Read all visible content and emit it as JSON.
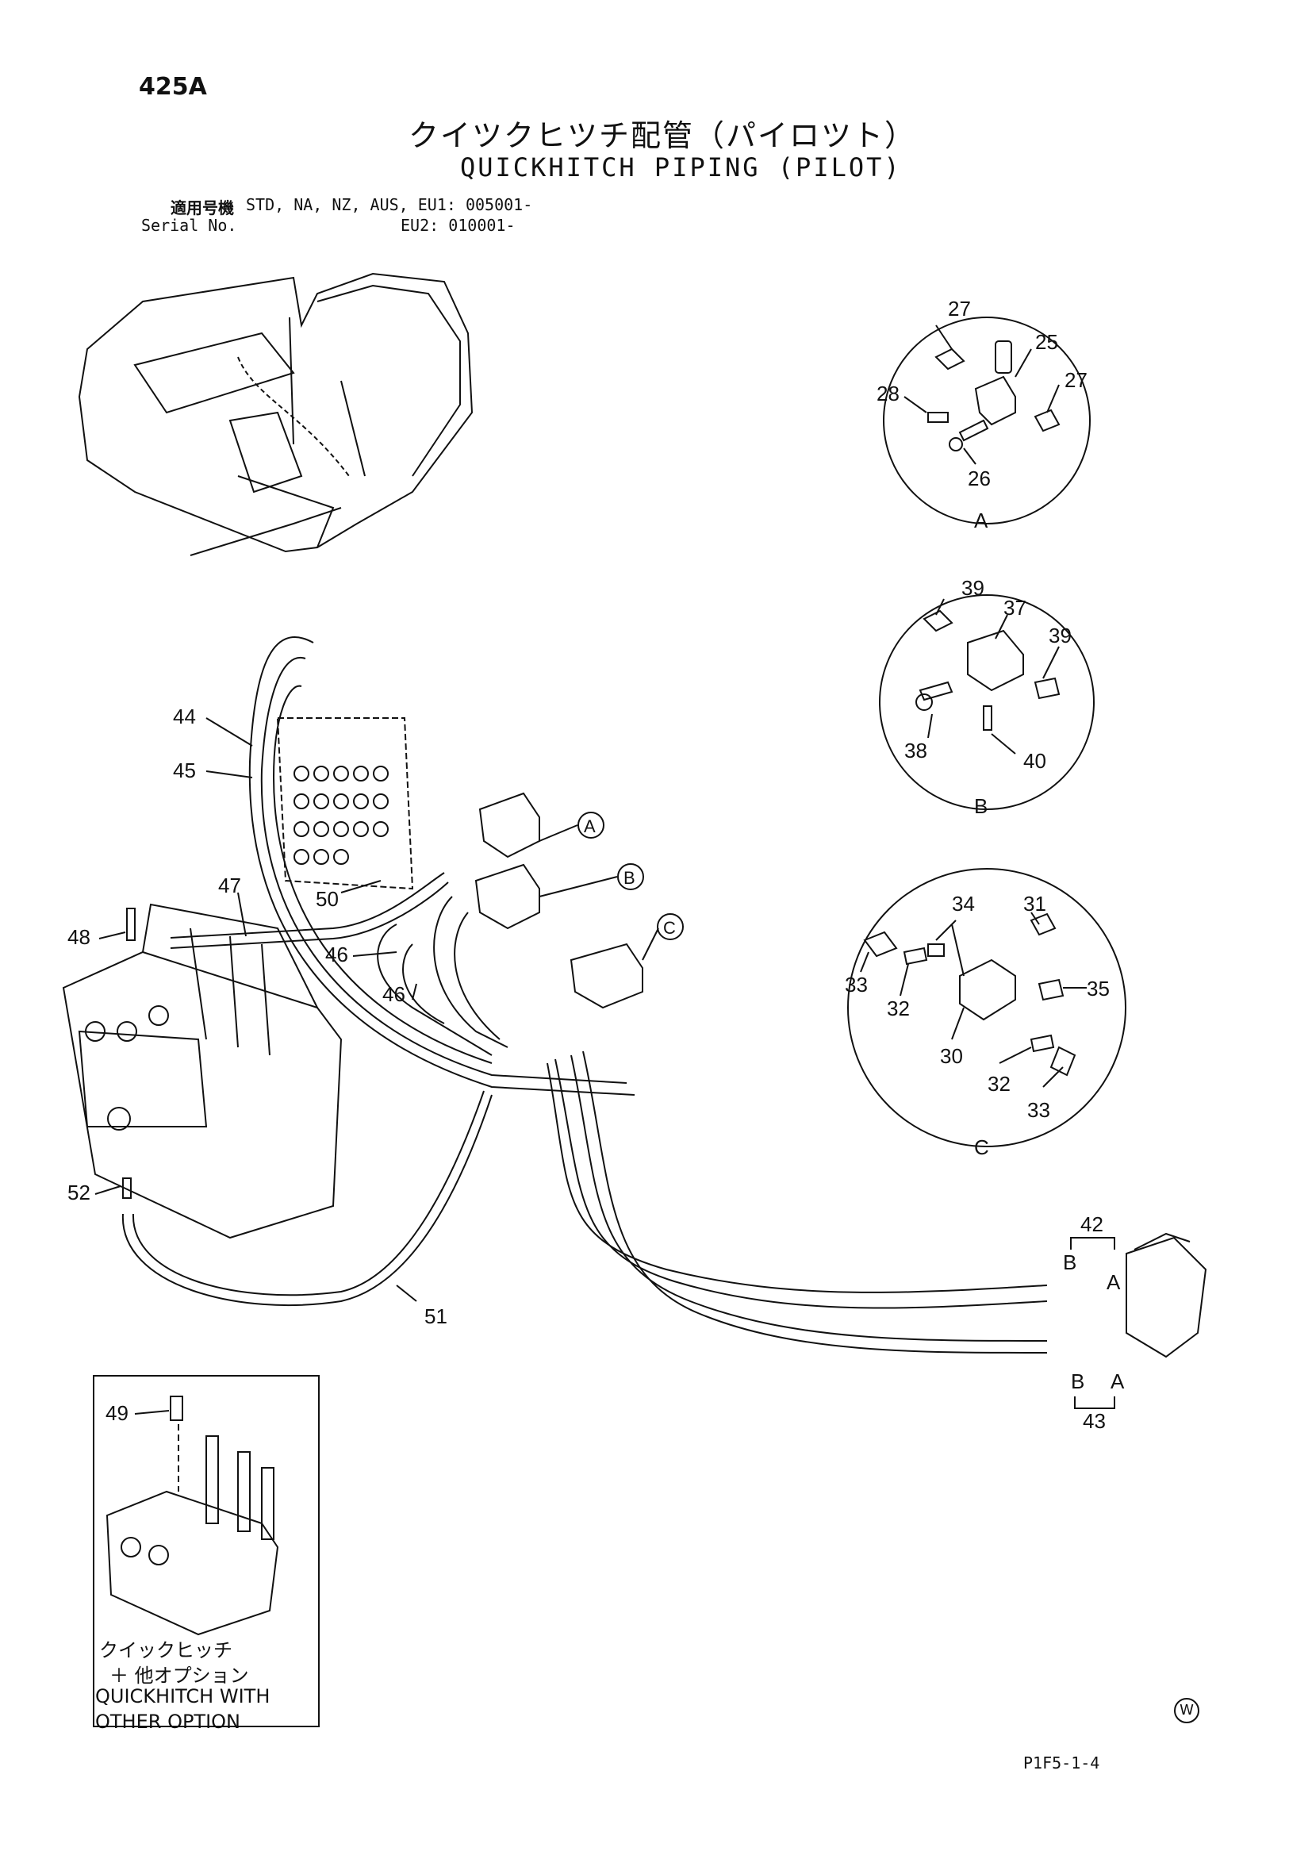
{
  "header": {
    "page_number": "425A",
    "title_jp": "クイツクヒツチ配管（パイロツト）",
    "title_en": "QUICKHITCH PIPING (PILOT)",
    "serial_label_jp": "適用号機",
    "serial_label_en": "Serial No.",
    "serial_line1": "STD, NA, NZ, AUS, EU1: 005001-",
    "serial_line2": "EU2: 010001-"
  },
  "detail_views": {
    "A": {
      "label": "A",
      "parts": [
        "27",
        "25",
        "27",
        "28",
        "26"
      ]
    },
    "B": {
      "label": "B",
      "parts": [
        "39",
        "37",
        "39",
        "38",
        "40"
      ]
    },
    "C": {
      "label": "C",
      "parts": [
        "34",
        "31",
        "33",
        "32",
        "35",
        "30",
        "32",
        "33"
      ]
    }
  },
  "main_callouts": [
    "44",
    "45",
    "47",
    "48",
    "50",
    "46",
    "46",
    "52",
    "51",
    "42",
    "43"
  ],
  "port_labels": {
    "b_top": "B",
    "a_top": "A",
    "b_bottom": "B",
    "a_bottom": "A"
  },
  "ref_bubbles": [
    "A",
    "B",
    "C"
  ],
  "inset": {
    "callout": "49",
    "caption_jp_1": "クイックヒッチ",
    "caption_jp_2": "＋ 他オプション",
    "caption_en_1": "QUICKHITCH WITH",
    "caption_en_2": "OTHER OPTION"
  },
  "footer": {
    "code": "P1F5-1-4",
    "mark": "W"
  }
}
